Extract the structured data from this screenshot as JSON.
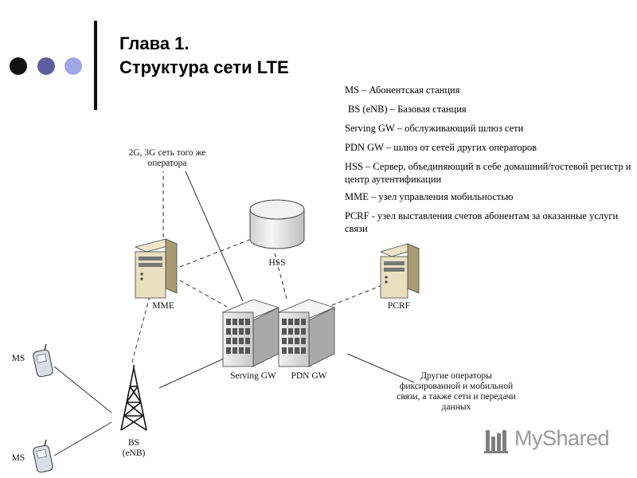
{
  "header": {
    "title_line1": "Глава 1.",
    "title_line2": "Структура сети LTE"
  },
  "colors": {
    "dot1": "#111111",
    "dot2": "#5b5fa0",
    "dot3": "#9fa6e8"
  },
  "legend": [
    "MS – Абонентская станция",
    "BS (eNB) – Базовая станция",
    "Serving GW – обслуживающий шлюз сети",
    "PDN GW – шлюз от сетей других операторов",
    "HSS – Сервер, объединяющий в себе домашний/гостевой регистр и центр аутентификации",
    "MME – узел управления мобильностью",
    "PCRF - узел выставления счетов абонентам за оказанные услуги связи"
  ],
  "diagram": {
    "label_2g3g": "2G, 3G сеть того же оператора",
    "label_hss": "HSS",
    "label_mme": "MME",
    "label_pcrf": "PCRF",
    "label_serving_gw": "Serving GW",
    "label_pdn_gw": "PDN GW",
    "label_other_ops": "Другие операторы фиксированной и мобильной связи, а также сети и передачи данных",
    "label_bs_line1": "BS",
    "label_bs_line2": "(eNB)",
    "label_ms_top": "MS",
    "label_ms_bottom": "MS"
  },
  "watermark": {
    "text": "MyShared"
  }
}
